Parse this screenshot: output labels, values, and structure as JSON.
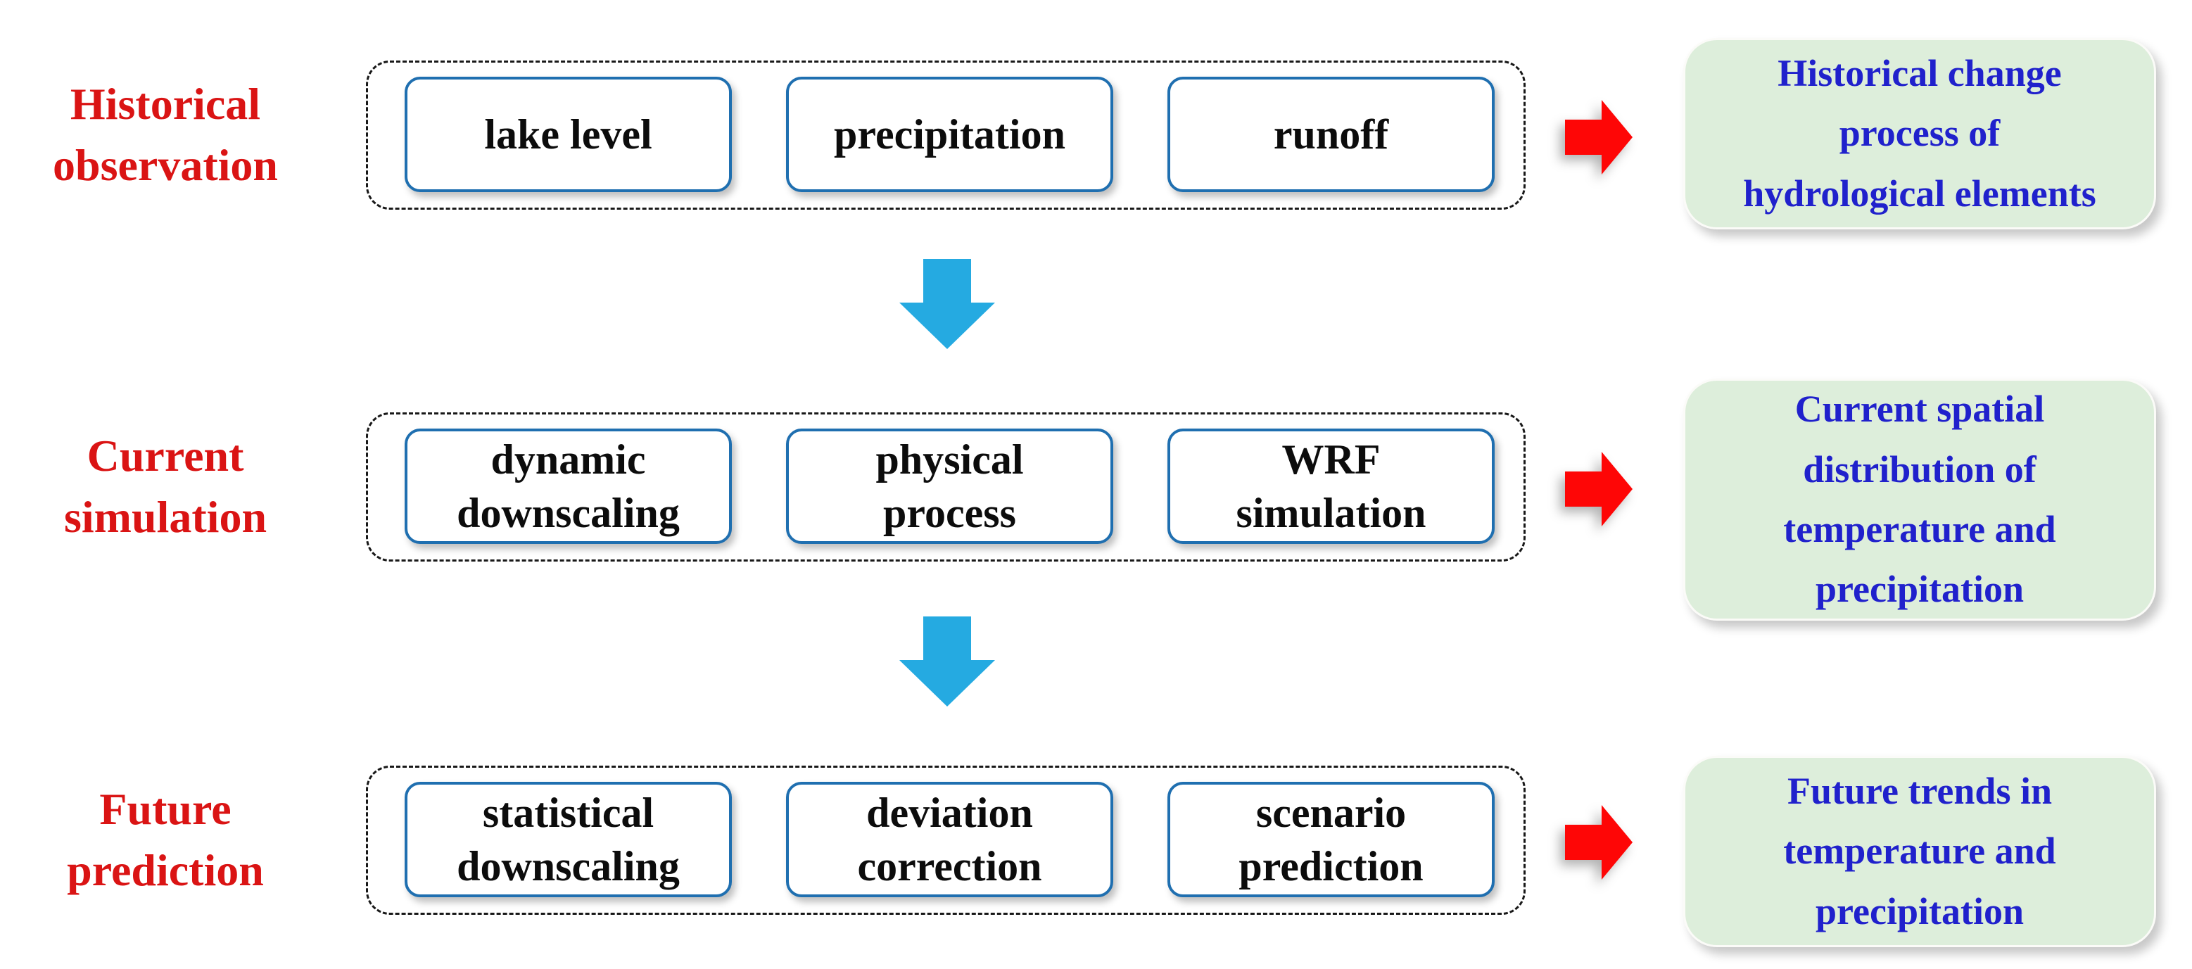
{
  "colors": {
    "page_bg": "#ffffff",
    "stage_label_red": "#da1414",
    "red_arrow": "#fe0606",
    "blue_arrow": "#25aae1",
    "box_border_blue": "#1f6fb0",
    "box_text": "#0c0c0c",
    "dashed_border": "#181818",
    "green_fill": "#ddeedb",
    "green_text": "#2021cc"
  },
  "icons": {
    "right_arrow": "right-arrow",
    "down_arrow": "down-arrow"
  },
  "rows": [
    {
      "stage_label_text": "Historical observation",
      "stage_label_lines": [
        "Historical",
        "observation"
      ],
      "boxes": [
        {
          "text": "lake level",
          "lines": [
            "lake level"
          ]
        },
        {
          "text": "precipitation",
          "lines": [
            "precipitation"
          ]
        },
        {
          "text": "runoff",
          "lines": [
            "runoff"
          ]
        }
      ],
      "outcome_text": "Historical change process of hydrological elements",
      "outcome_lines": [
        "Historical change",
        "process of",
        "hydrological elements"
      ]
    },
    {
      "stage_label_text": "Current simulation",
      "stage_label_lines": [
        "Current",
        "simulation"
      ],
      "boxes": [
        {
          "text": "dynamic downscaling",
          "lines": [
            "dynamic",
            "downscaling"
          ]
        },
        {
          "text": "physical process",
          "lines": [
            "physical",
            "process"
          ]
        },
        {
          "text": "WRF simulation",
          "lines": [
            "WRF",
            "simulation"
          ]
        }
      ],
      "outcome_text": "Current spatial distribution of temperature and precipitation",
      "outcome_lines": [
        "Current spatial",
        "distribution of",
        "temperature and",
        "precipitation"
      ]
    },
    {
      "stage_label_text": "Future prediction",
      "stage_label_lines": [
        "Future",
        "prediction"
      ],
      "boxes": [
        {
          "text": "statistical downscaling",
          "lines": [
            "statistical",
            "downscaling"
          ]
        },
        {
          "text": "deviation correction",
          "lines": [
            "deviation",
            "correction"
          ]
        },
        {
          "text": "scenario prediction",
          "lines": [
            "scenario",
            "prediction"
          ]
        }
      ],
      "outcome_text": "Future trends in temperature and precipitation",
      "outcome_lines": [
        "Future trends in",
        "temperature and",
        "precipitation"
      ]
    }
  ]
}
